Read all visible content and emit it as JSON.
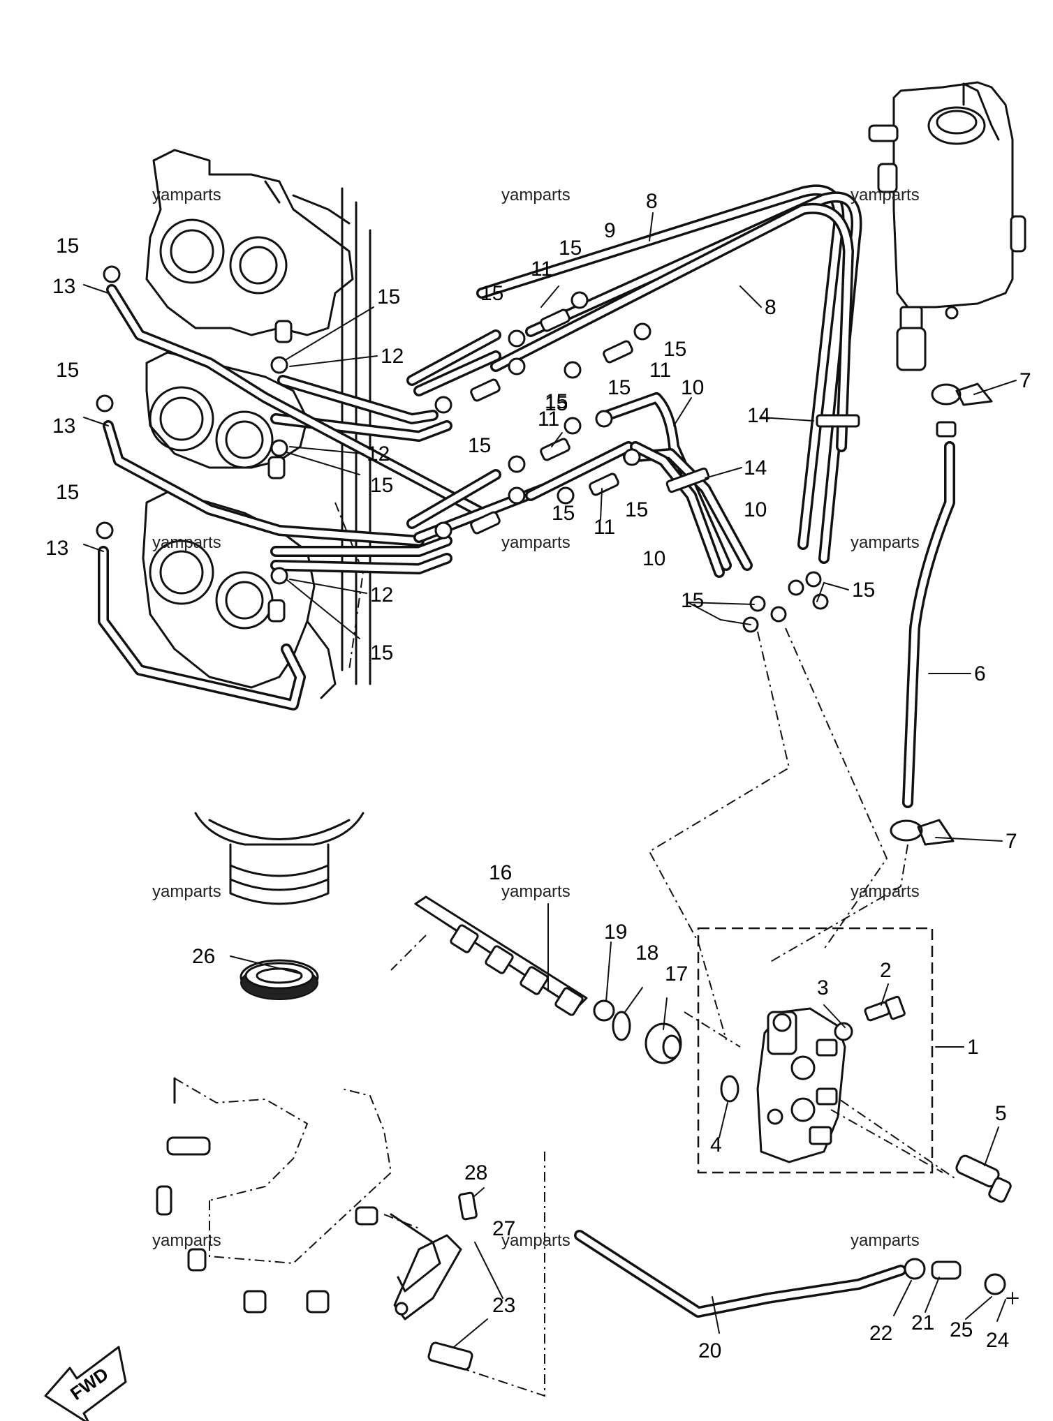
{
  "watermark": "yamparts",
  "fwd_label": "FWD",
  "callouts": {
    "c1": "1",
    "c2": "2",
    "c3": "3",
    "c4": "4",
    "c5": "5",
    "c6": "6",
    "c7a": "7",
    "c7b": "7",
    "c8a": "8",
    "c8b": "8",
    "c9": "9",
    "c10a": "10",
    "c10b": "10",
    "c10c": "10",
    "c11a": "11",
    "c11b": "11",
    "c11c": "11",
    "c11d": "11",
    "c12a": "12",
    "c12b": "12",
    "c12c": "12",
    "c13a": "13",
    "c13b": "13",
    "c13c": "13",
    "c14a": "14",
    "c14b": "14",
    "c15a": "15",
    "c15b": "15",
    "c15c": "15",
    "c15d": "15",
    "c15e": "15",
    "c15f": "15",
    "c15g": "15",
    "c15h": "15",
    "c15i": "15",
    "c15j": "15",
    "c15k": "15",
    "c15l": "15",
    "c15m": "15",
    "c15n": "15",
    "c15o": "15",
    "c15p": "15",
    "c15q": "15",
    "c16": "16",
    "c17": "17",
    "c18": "18",
    "c19": "19",
    "c20": "20",
    "c21": "21",
    "c22": "22",
    "c23": "23",
    "c24": "24",
    "c25": "25",
    "c26": "26",
    "c27": "27",
    "c28": "28"
  }
}
